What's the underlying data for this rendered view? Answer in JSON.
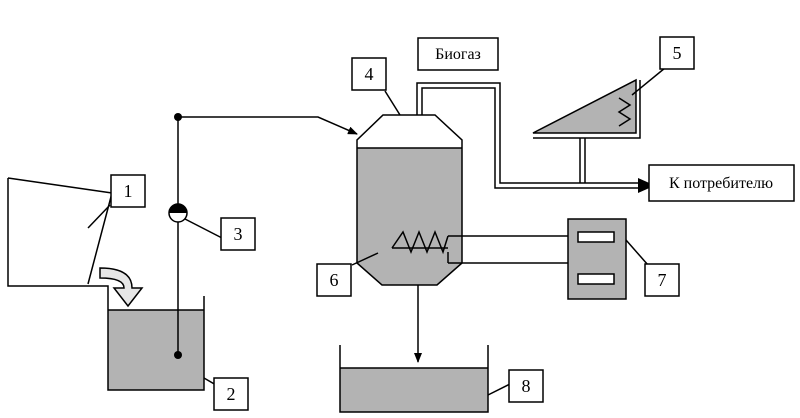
{
  "labels": {
    "n1": "1",
    "n2": "2",
    "n3": "3",
    "n4": "4",
    "n5": "5",
    "n6": "6",
    "n7": "7",
    "n8": "8"
  },
  "texts": {
    "biogas": "Биогаз",
    "consumer": "К потребителю"
  },
  "colors": {
    "liquid": "#b3b3b3",
    "stroke": "#000000"
  }
}
